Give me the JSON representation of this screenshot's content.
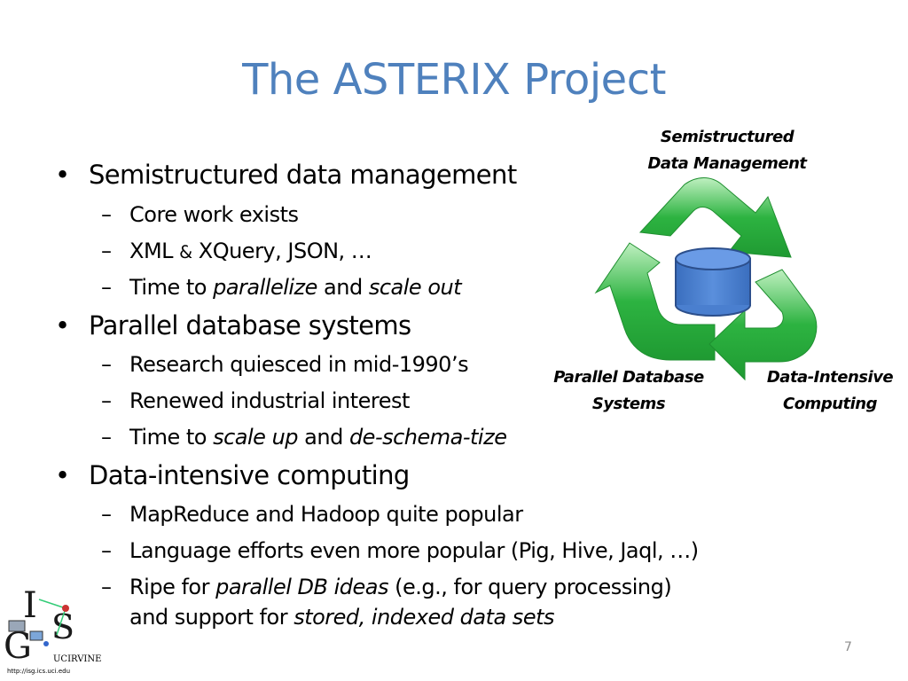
{
  "slide": {
    "title": "The ASTERIX Project",
    "page_number": "7"
  },
  "bullets": [
    {
      "text": "Semistructured data management",
      "subs": [
        [
          {
            "t": "Core work exists"
          }
        ],
        [
          {
            "t": "XML "
          },
          {
            "t": "&",
            "small": true
          },
          {
            "t": " XQuery, JSON, …"
          }
        ],
        [
          {
            "t": "Time to "
          },
          {
            "t": "parallelize",
            "i": true
          },
          {
            "t": " and "
          },
          {
            "t": "scale out",
            "i": true
          }
        ]
      ]
    },
    {
      "text": "Parallel database systems",
      "subs": [
        [
          {
            "t": "Research quiesced in mid-1990’s"
          }
        ],
        [
          {
            "t": "Renewed industrial interest"
          }
        ],
        [
          {
            "t": "Time to "
          },
          {
            "t": "scale up",
            "i": true
          },
          {
            "t": " and "
          },
          {
            "t": "de-schema-tize",
            "i": true
          }
        ]
      ]
    },
    {
      "text": "Data-intensive computing",
      "subs": [
        [
          {
            "t": "MapReduce and Hadoop quite popular"
          }
        ],
        [
          {
            "t": "Language efforts even more popular (Pig, Hive, Jaql, …)"
          }
        ],
        [
          {
            "t": "Ripe for "
          },
          {
            "t": "parallel DB ideas",
            "i": true
          },
          {
            "t": " (e.g., for query processing)"
          }
        ]
      ],
      "continuation": [
        {
          "t": "and support for "
        },
        {
          "t": "stored, indexed data sets",
          "i": true
        }
      ]
    }
  ],
  "bullet_glyph": "•",
  "dash_glyph": "–",
  "diagram": {
    "top_label_1": "Semistructured",
    "top_label_2": "Data Management",
    "left_label_1": "Parallel Database",
    "left_label_2": "Systems",
    "right_label_1": "Data-Intensive",
    "right_label_2": "Computing",
    "arrow_color": "#2db341",
    "arrow_light": "#bff0c0",
    "cylinder_color": "#4a7fcf"
  },
  "logo": {
    "letters": "IGS",
    "org": "UCIRVINE",
    "url": "http://isg.ics.uci.edu"
  }
}
